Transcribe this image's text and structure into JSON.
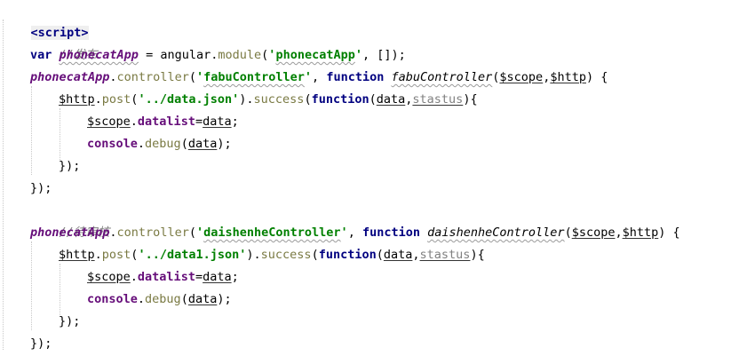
{
  "code": {
    "open_tag": "<script>",
    "comment_publish": "//发布",
    "kw_var": "var",
    "app_var": "phonecatApp",
    "eq": " = ",
    "angular": "angular",
    "dot": ".",
    "module_fn": "module",
    "paren_open": "(",
    "quote_open": "'",
    "quote_close": "'",
    "app_name": "phonecatApp",
    "module_tail": ", []);",
    "controller_fn": "controller",
    "ctrl1_name": "fabuController",
    "comma_space": ", ",
    "kw_function": "function",
    "space": " ",
    "ctrl1_fn": "fabuController",
    "scope": "$scope",
    "comma": ",",
    "http": "$http",
    "close_brace_open": ") {",
    "post_fn": "post",
    "url1": "../data.json",
    "paren_close_dot": ").",
    "success_fn": "success",
    "data": "data",
    "stastus": "stastus",
    "paren_brace": "){",
    "datalist": "datalist",
    "assign": "=",
    "semi": ";",
    "console": "console",
    "debug_fn": "debug",
    "paren_close_semi": ");",
    "inner_close": "});",
    "outer_close": "});",
    "comment_review": "//待审核",
    "ctrl2_name": "daishenheController",
    "ctrl2_fn": "daishenheController",
    "url2": "../data1.json"
  }
}
